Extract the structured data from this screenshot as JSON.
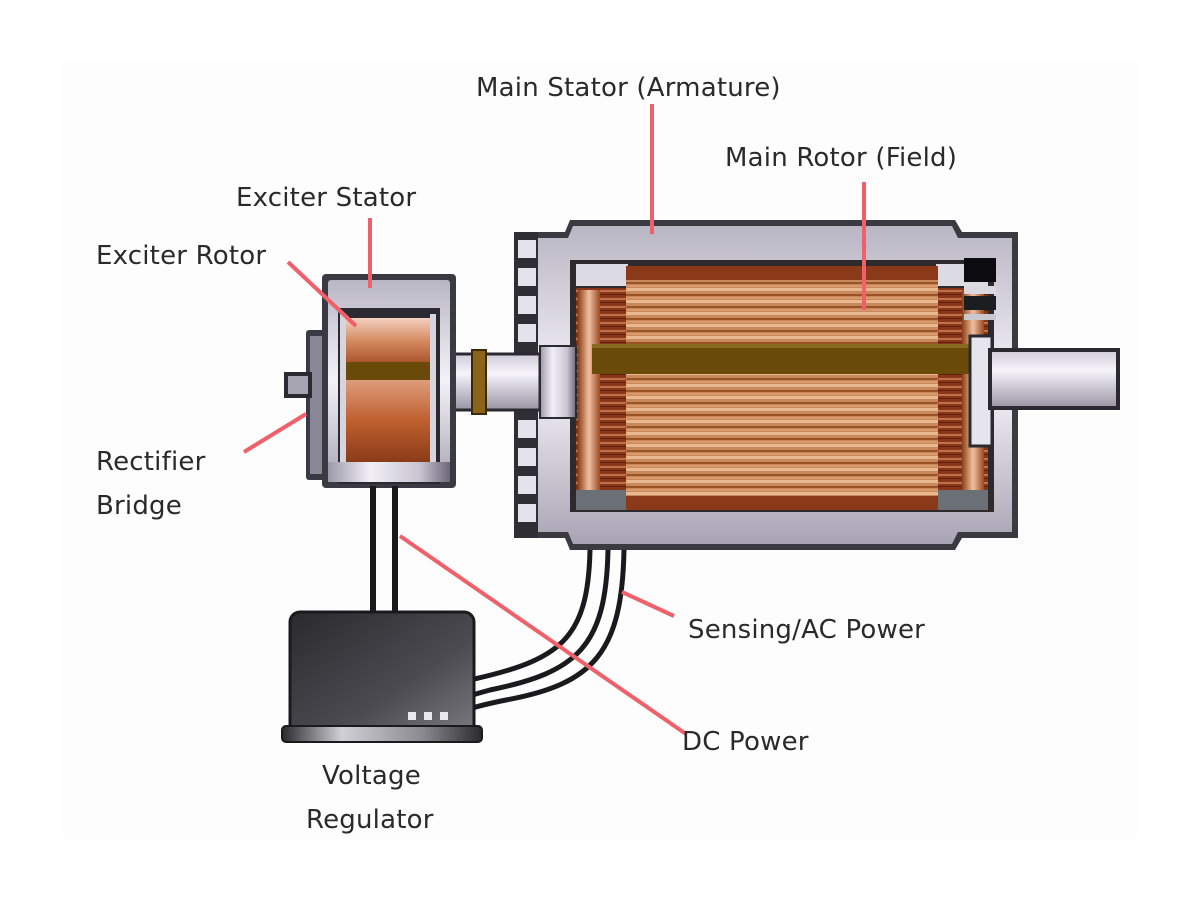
{
  "diagram": {
    "title": "Brushless generator with exciter and voltage regulator",
    "labels": {
      "main_stator": "Main Stator (Armature)",
      "main_rotor": "Main Rotor (Field)",
      "exciter_stator": "Exciter Stator",
      "exciter_rotor": "Exciter Rotor",
      "rectifier_bridge": [
        "Rectifier",
        "Bridge"
      ],
      "sensing_ac_power": "Sensing/AC Power",
      "dc_power": "DC Power",
      "voltage_regulator": [
        "Voltage",
        "Regulator"
      ]
    },
    "colors": {
      "leader_line": "#f0606a",
      "copper": "#b8683a",
      "copper_light": "#e8b088",
      "copper_dark": "#7a3a18",
      "band_olive": "#6a4a08",
      "steel": "#d8d4e0",
      "steel_dark": "#3a3a40",
      "regulator_body": "#3c3c40",
      "text": "#2a2a2a"
    }
  }
}
